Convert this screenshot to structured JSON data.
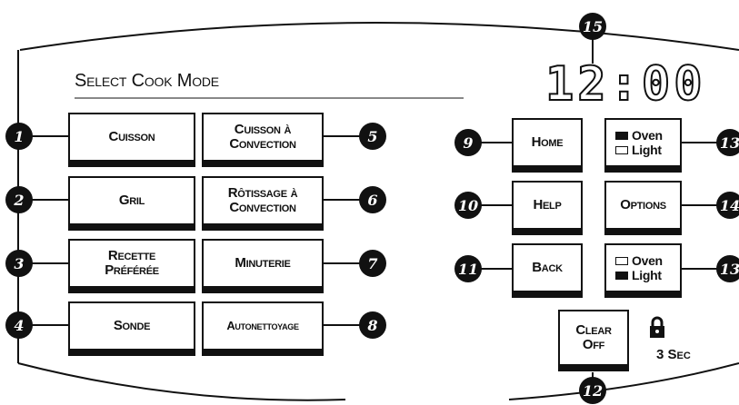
{
  "title": "Select Cook Mode",
  "clock": "12:00",
  "left_buttons": [
    {
      "lines": [
        "Cuisson"
      ],
      "callout": "1"
    },
    {
      "lines": [
        "Gril"
      ],
      "callout": "2"
    },
    {
      "lines": [
        "Recette",
        "Préférée"
      ],
      "callout": "3"
    },
    {
      "lines": [
        "Sonde"
      ],
      "callout": "4"
    }
  ],
  "mid_buttons": [
    {
      "lines": [
        "Cuisson à",
        "Convection"
      ],
      "callout": "5"
    },
    {
      "lines": [
        "Rôtissage à",
        "Convection"
      ],
      "callout": "6"
    },
    {
      "lines": [
        "Minuterie"
      ],
      "callout": "7"
    },
    {
      "lines": [
        "Autonettoyage"
      ],
      "callout": "8"
    }
  ],
  "right_buttons": [
    {
      "lines": [
        "Home"
      ],
      "callout": "9"
    },
    {
      "lines": [
        "Help"
      ],
      "callout": "10"
    },
    {
      "lines": [
        "Back"
      ],
      "callout": "11"
    }
  ],
  "light_buttons": [
    {
      "top_label": "Oven",
      "bottom_label": "Light",
      "callout": "13"
    },
    {
      "lines": [
        "Options"
      ],
      "callout": "14"
    },
    {
      "top_label": "Oven",
      "bottom_label": "Light",
      "callout": "13"
    }
  ],
  "clear_button": {
    "lines": [
      "Clear",
      "Off"
    ],
    "callout": "12"
  },
  "lock_text": "3 Sec",
  "clock_callout": "15"
}
